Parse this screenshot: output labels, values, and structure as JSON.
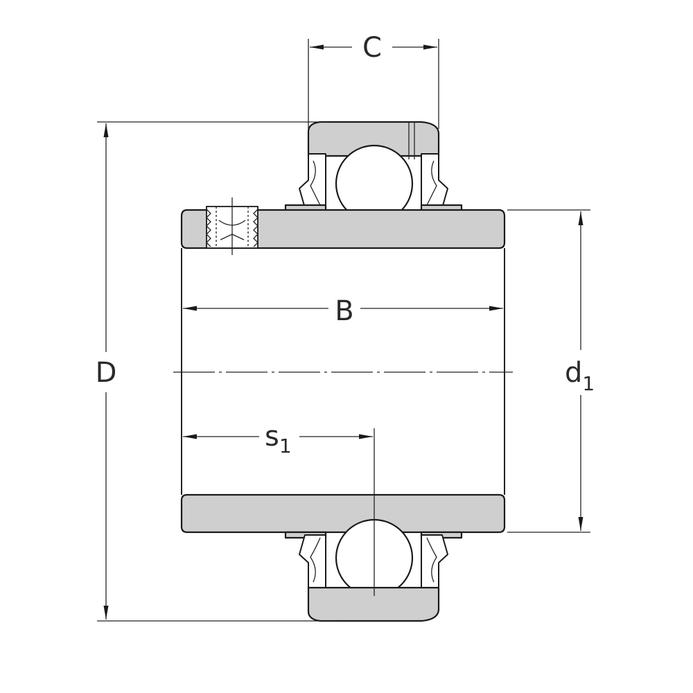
{
  "labels": {
    "outer_diameter": "D",
    "ring_width": "C",
    "inner_width": "B",
    "shoulder_diameter": "d",
    "shoulder_diameter_sub": "1",
    "ball_offset": "s",
    "ball_offset_sub": "1"
  },
  "colors": {
    "ring_fill": "#cfcfcf",
    "line": "#1a1a1a",
    "background": "#ffffff"
  }
}
